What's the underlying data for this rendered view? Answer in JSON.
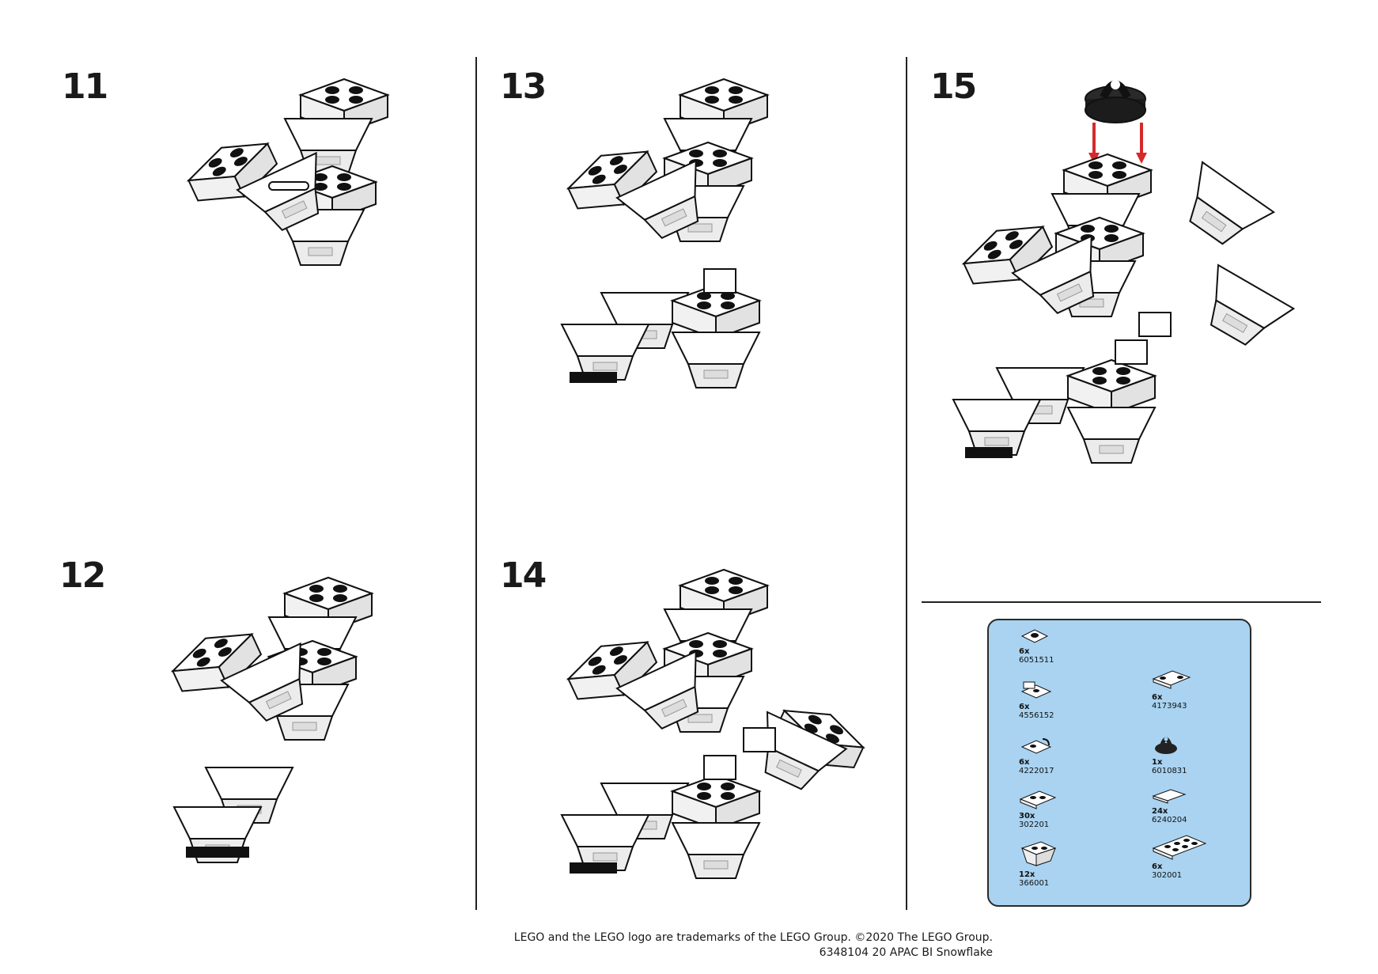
{
  "steps": [
    {
      "number": "11"
    },
    {
      "number": "12"
    },
    {
      "number": "13"
    },
    {
      "number": "14"
    },
    {
      "number": "15"
    }
  ],
  "parts_list": [
    {
      "qty": "6x",
      "id": "6051511",
      "icon": "round-tile-stud-icon"
    },
    {
      "qty": "6x",
      "id": "4556152",
      "icon": "bracket-plate-icon"
    },
    {
      "qty": "6x",
      "id": "4222017",
      "icon": "clip-plate-icon"
    },
    {
      "qty": "30x",
      "id": "302201",
      "icon": "plate-1x2-icon"
    },
    {
      "qty": "12x",
      "id": "366001",
      "icon": "slope-inverted-icon"
    },
    {
      "qty": "6x",
      "id": "4173943",
      "icon": "hinge-plate-icon"
    },
    {
      "qty": "1x",
      "id": "6010831",
      "icon": "black-hanger-icon"
    },
    {
      "qty": "24x",
      "id": "6240204",
      "icon": "tile-1x2-icon"
    },
    {
      "qty": "6x",
      "id": "302001",
      "icon": "plate-2x4-icon"
    }
  ],
  "footer": {
    "line1": "LEGO and the LEGO logo are trademarks of the LEGO Group. ©2020 The LEGO Group.",
    "line2": "6348104 20 APAC BI Snowflake"
  },
  "colors": {
    "parts_bg": "#a9d3f1",
    "arrow": "#d42a2a",
    "line": "#222222"
  }
}
